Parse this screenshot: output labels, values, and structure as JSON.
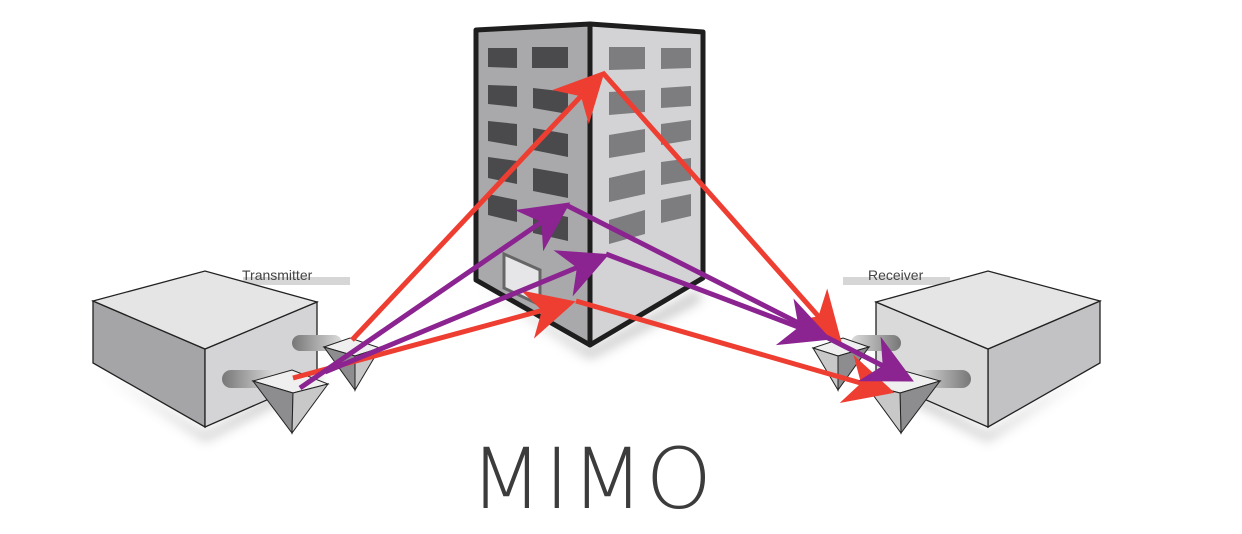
{
  "diagram": {
    "title": "MIMO",
    "transmitter_label": "Transmitter",
    "receiver_label": "Receiver",
    "colors": {
      "red_path": "#ee3e32",
      "purple_path": "#8b2390",
      "building_left": "#a9a9ab",
      "building_right": "#d3d3d5"
    }
  }
}
